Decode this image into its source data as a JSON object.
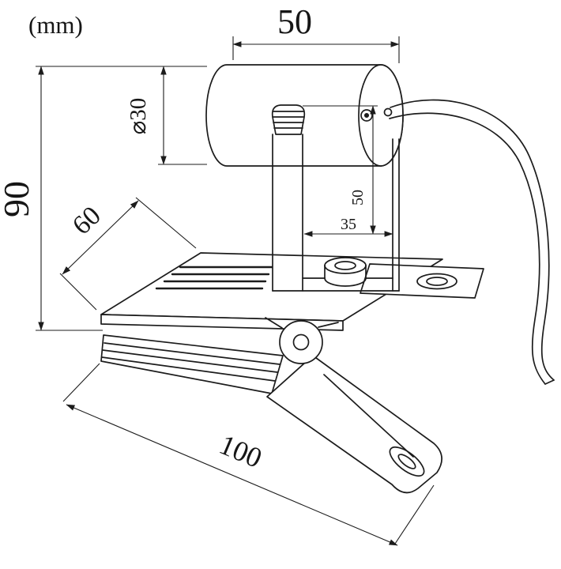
{
  "unit_label": "(mm)",
  "dimensions": {
    "head_length": "50",
    "head_diameter": "⌀30",
    "overall_height": "90",
    "plate_width": "60",
    "bracket_height": "50",
    "bracket_width": "35",
    "clamp_length": "100"
  },
  "colors": {
    "line": "#1c1c1c",
    "background": "#ffffff"
  }
}
